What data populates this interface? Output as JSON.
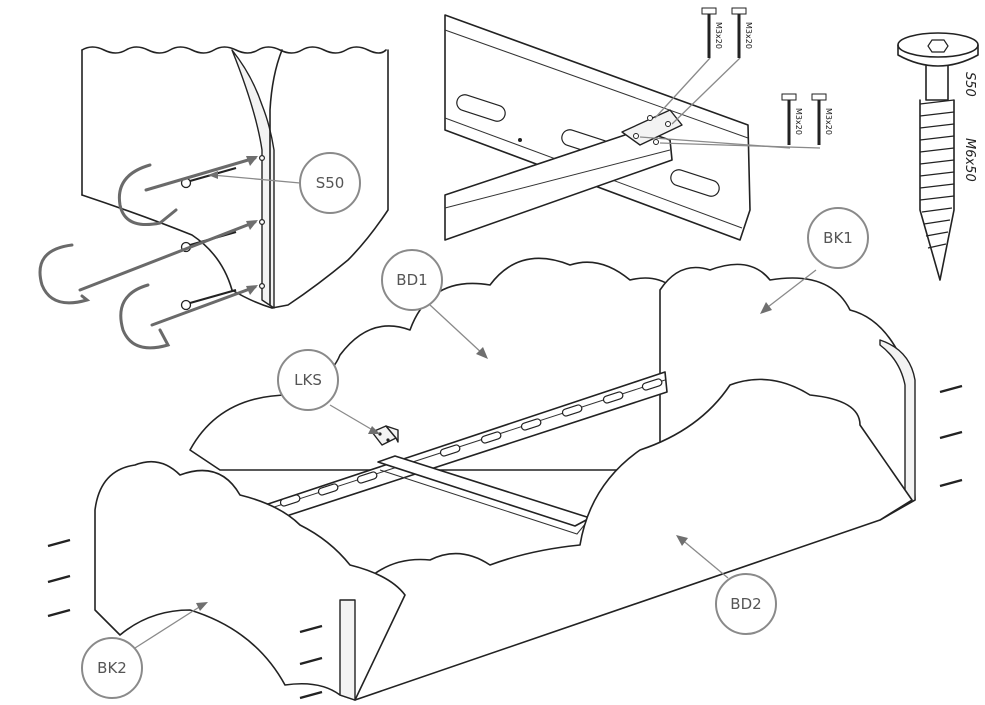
{
  "callouts": {
    "s50": "S50",
    "bk1": "BK1",
    "bd1": "BD1",
    "lks": "LKS",
    "bk2": "BK2",
    "bd2": "BD2"
  },
  "screw_labels": {
    "m3x20_a": "M3x20",
    "m3x20_b": "M3x20",
    "m3x20_c": "M3x20",
    "m3x20_d": "M3x20"
  },
  "large_screw": {
    "code": "S50",
    "size": "M6x50"
  },
  "colors": {
    "line": "#222222",
    "callout": "#8a8a8a",
    "arrow": "#6a6a6a"
  }
}
